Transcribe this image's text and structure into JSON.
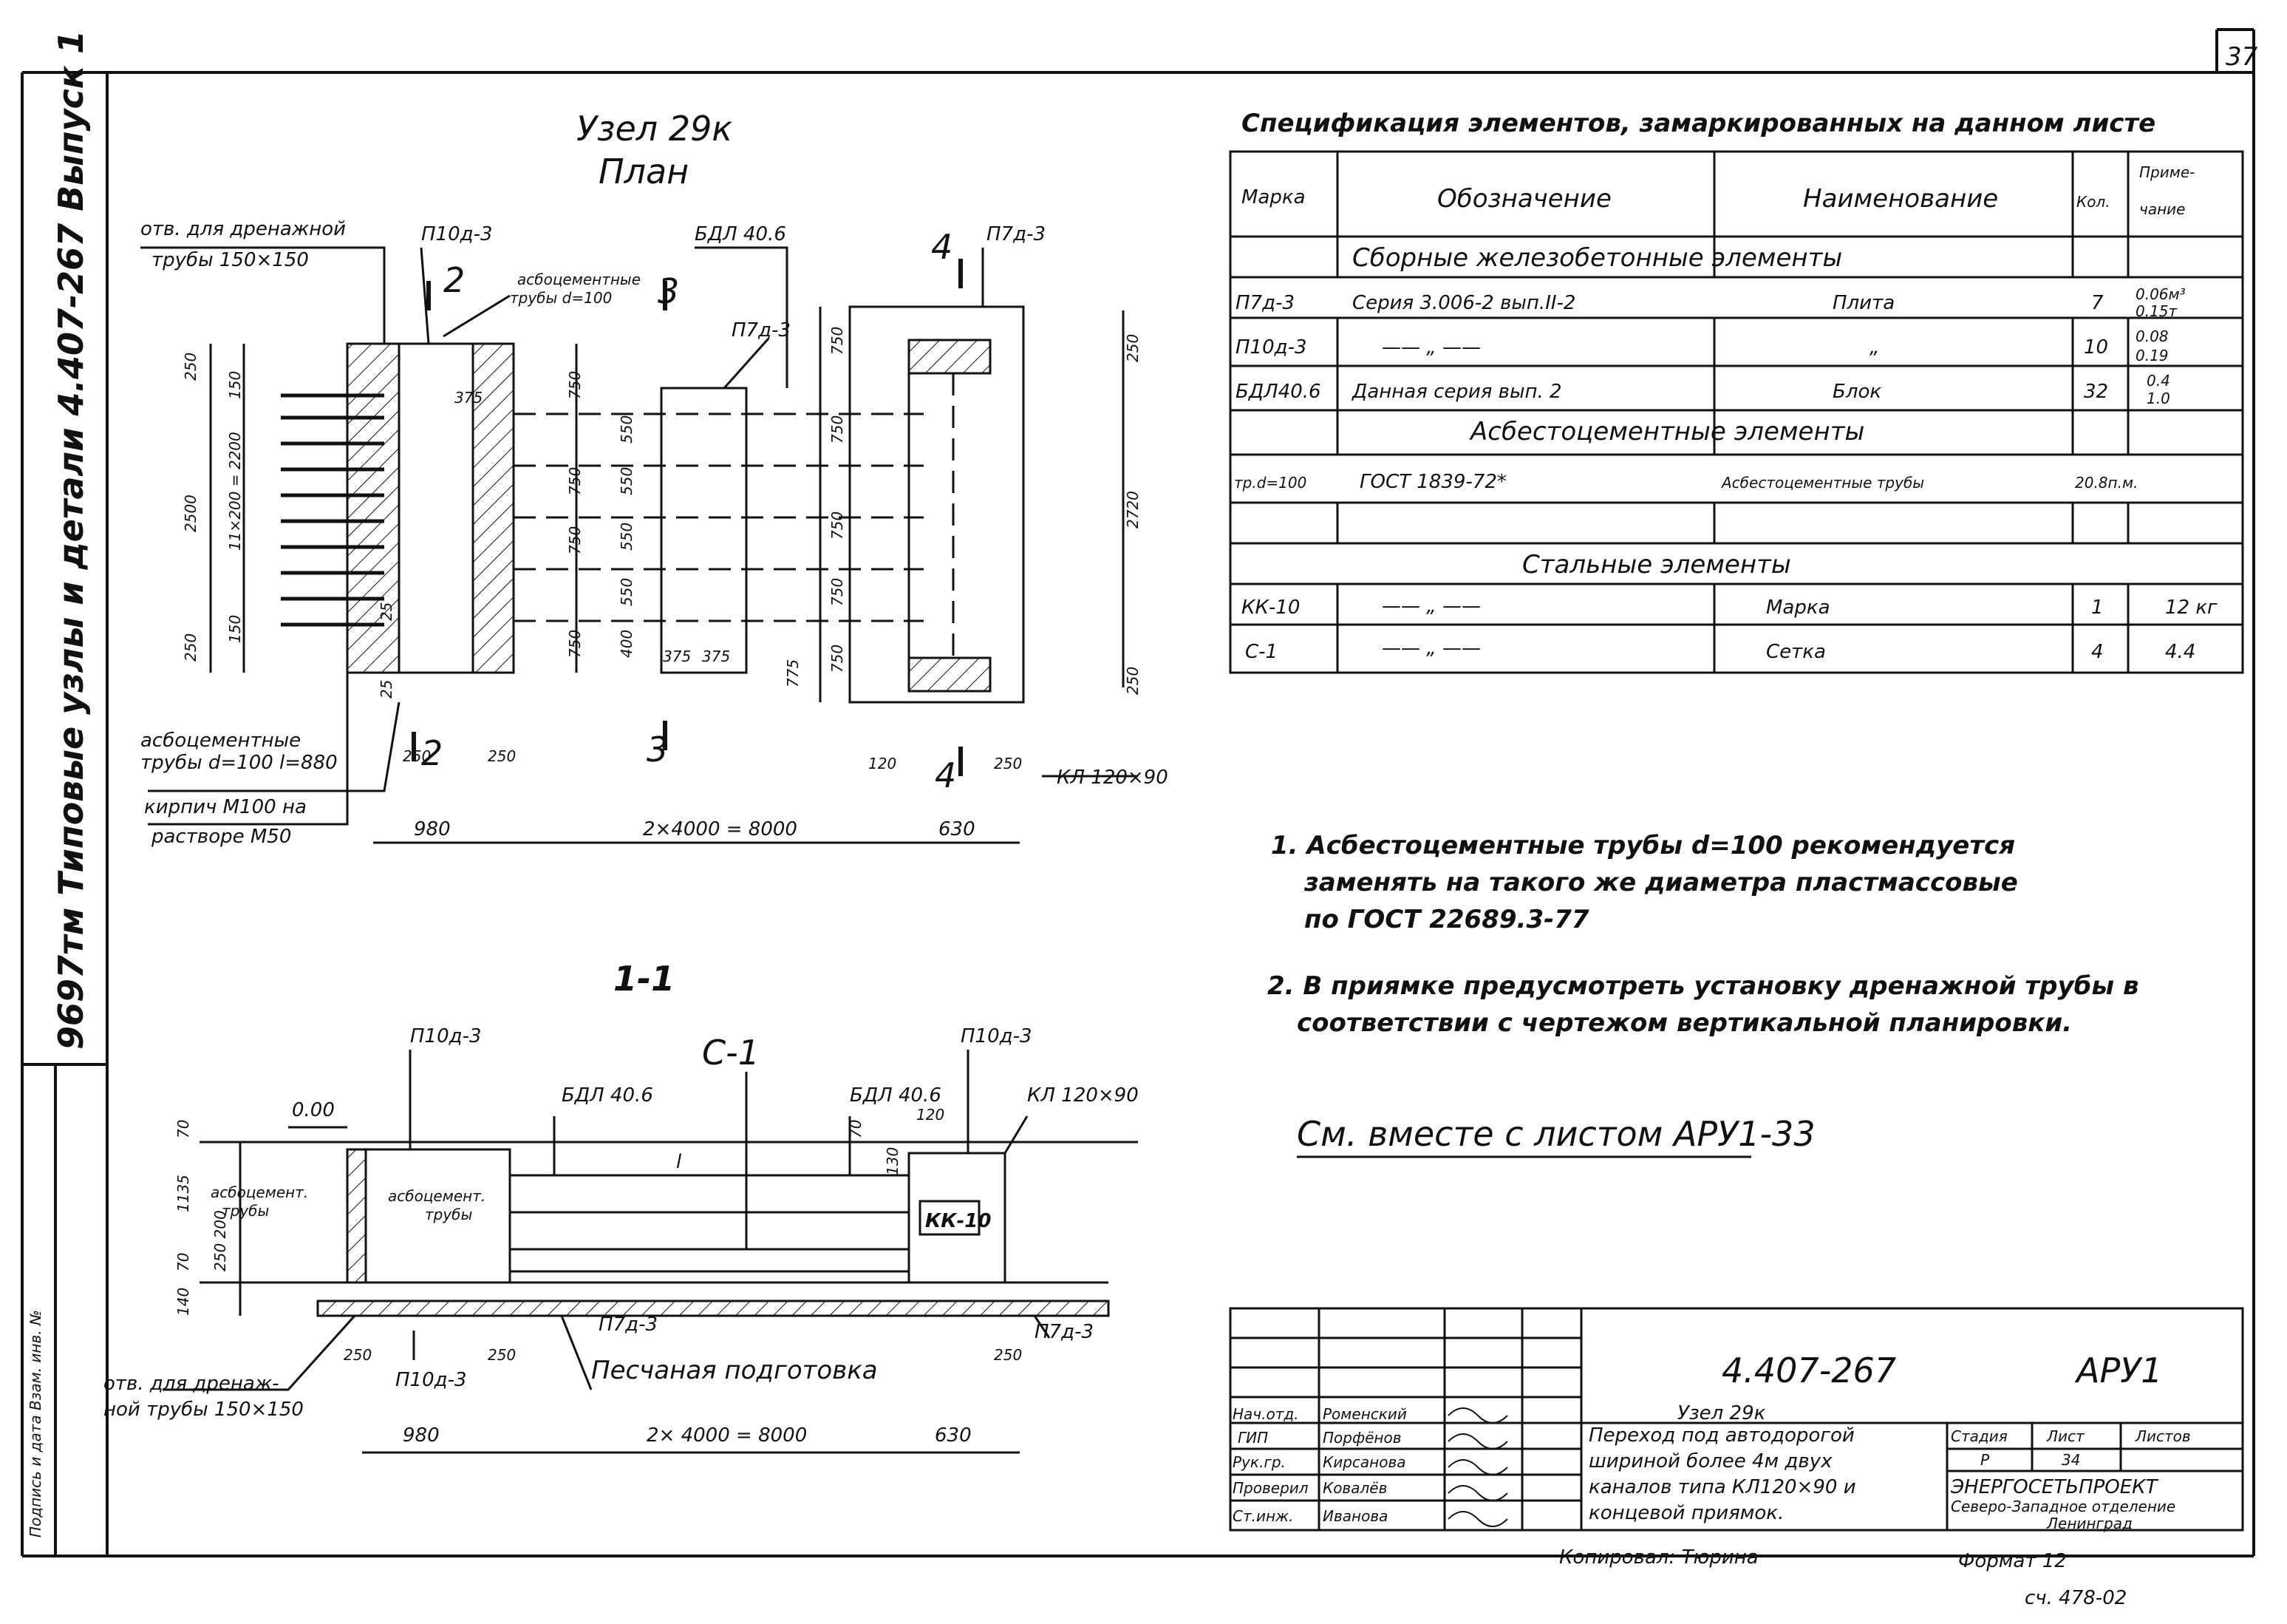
{
  "sheet_number": "37",
  "side_stamp": "9697тм   Типовые узлы и детали   4.407-267   Выпуск 1",
  "side_stamp_small": "Подпись и дата   Взам. инв. №",
  "plan": {
    "title": "Узел 29к",
    "subtitle": "План",
    "labels": [
      "отв. для дренажной",
      "трубы 150×150",
      "П10д-3",
      "БДЛ 40.6",
      "П7д-3",
      "асбоцементные",
      "трубы d=100",
      "П7д-3",
      "асбоцементные",
      "трубы d=100 l=880",
      "кирпич М100 на",
      "растворе М50",
      "КЛ 120×90"
    ],
    "sections": [
      "2",
      "2",
      "3",
      "3",
      "4",
      "4"
    ],
    "dims": [
      "980",
      "2×4000 = 8000",
      "630",
      "120",
      "250",
      "250",
      "250",
      "375",
      "375",
      "375"
    ],
    "vdims": [
      "250",
      "2500",
      "250",
      "11×200 = 2200",
      "150",
      "150",
      "750",
      "750",
      "750",
      "750",
      "550",
      "550",
      "550",
      "550",
      "400",
      "750",
      "750",
      "750",
      "750",
      "750",
      "775",
      "2720",
      "250",
      "250",
      "25",
      "25"
    ]
  },
  "section": {
    "title": "1-1",
    "labels": [
      "П10д-3",
      "0.00",
      "БДЛ 40.6",
      "С-1",
      "БДЛ 40.6",
      "П10д-3",
      "КЛ 120×90",
      "асбоцемент.",
      "трубы",
      "асбоцемент.",
      "трубы",
      "КК-10",
      "l",
      "П7д-3",
      "Песчаная подготовка",
      "П10д-3",
      "П7д-3",
      "отв. для дренаж-",
      "ной трубы 150×150"
    ],
    "dims": [
      "980",
      "2× 4000 = 8000",
      "630",
      "250",
      "250",
      "250",
      "120"
    ],
    "vdims": [
      "70",
      "1135",
      "70",
      "140",
      "250 200",
      "70",
      "130"
    ]
  },
  "spec": {
    "title": "Спецификация элементов, замаркированных на данном листе",
    "headers": [
      "Марка",
      "Обозначение",
      "Наименование",
      "Кол.",
      "Приме-",
      "чание"
    ],
    "groups": [
      "Сборные железобетонные элементы",
      "Асбестоцементные элементы",
      "Стальные элементы"
    ],
    "rows": [
      {
        "mark": "П7д-3",
        "designation": "Серия 3.006-2 вып.II-2",
        "name": "Плита",
        "qty": "7",
        "note": "0.06м³",
        "note2": "0.15т"
      },
      {
        "mark": "П10д-3",
        "designation": "—— „ ——",
        "name": "„",
        "qty": "10",
        "note": "0.08",
        "note2": "0.19"
      },
      {
        "mark": "БДЛ40.6",
        "designation": "Данная серия вып. 2",
        "name": "Блок",
        "qty": "32",
        "note": "0.4",
        "note2": "1.0"
      },
      {
        "mark": "тр.d=100",
        "designation": "ГОСТ 1839-72*",
        "name": "Асбестоцементные трубы",
        "qty": "20.8п.м.",
        "note": ""
      },
      {
        "mark": "КК-10",
        "designation": "—— „ ——",
        "name": "Марка",
        "qty": "1",
        "note": "12 кг"
      },
      {
        "mark": "С-1",
        "designation": "—— „ ——",
        "name": "Сетка",
        "qty": "4",
        "note": "4.4"
      }
    ]
  },
  "notes": [
    "1. Асбестоцементные трубы d=100 рекомендуется",
    "заменять на такого же диаметра пластмассовые",
    "по ГОСТ 22689.3-77",
    "2. В приямке предусмотреть установку дренажной трубы в",
    "соответствии с чертежом вертикальной планировки.",
    "См. вместе с листом АРУ1-33"
  ],
  "title_block": {
    "doc_number": "4.407-267",
    "code": "АРУ1",
    "title": [
      "Узел 29к",
      "Переход под автодорогой",
      "шириной более 4м двух",
      "каналов типа КЛ120×90 и",
      "концевой приямок."
    ],
    "stage_header": "Стадия",
    "sheet_header": "Лист",
    "sheets_header": "Листов",
    "stage": "Р",
    "sheet": "34",
    "org": [
      "ЭНЕРГОСЕТЬПРОЕКТ",
      "Северо-Западное отделение",
      "Ленинград"
    ],
    "signatures": [
      {
        "role": "Нач.отд.",
        "name": "Роменский"
      },
      {
        "role": "ГИП",
        "name": "Порфёнов"
      },
      {
        "role": "Рук.гр.",
        "name": "Кирсанова"
      },
      {
        "role": "Проверил",
        "name": "Ковалёв"
      },
      {
        "role": "Ст.инж.",
        "name": "Иванова"
      }
    ],
    "copied": "Копировал: Тюрина",
    "format": "Формат 12",
    "archive": "сч. 478-02"
  }
}
